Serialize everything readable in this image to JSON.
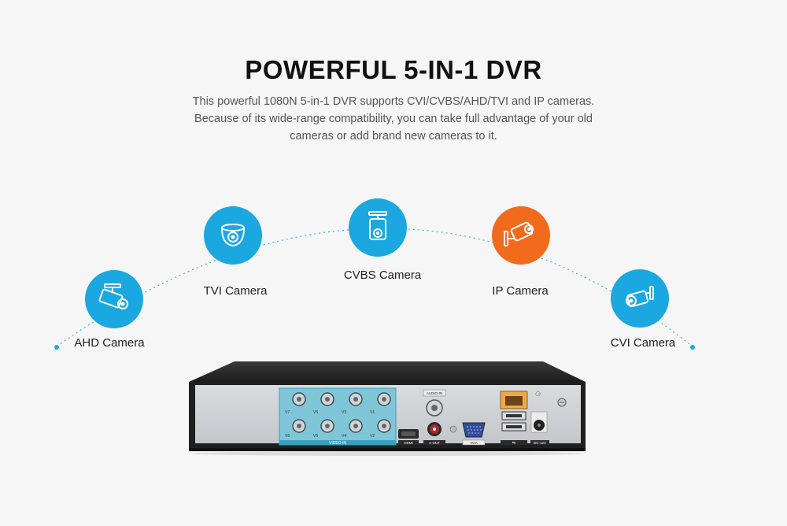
{
  "header": {
    "title": "POWERFUL 5-IN-1 DVR",
    "description_lines": [
      "This powerful 1080N 5-in-1 DVR supports CVI/CVBS/AHD/TVI and IP cameras.",
      "Because of its wide-range compatibility, you can take full advantage of your old",
      "cameras or add brand new cameras to it."
    ]
  },
  "cameras": [
    {
      "label": "AHD Camera",
      "icon": "bullet-camera-icon",
      "color": "#1ba8e0"
    },
    {
      "label": "TVI Camera",
      "icon": "dome-camera-icon",
      "color": "#1ba8e0"
    },
    {
      "label": "CVBS Camera",
      "icon": "bullet-camera-icon",
      "color": "#1ba8e0"
    },
    {
      "label": "IP Camera",
      "icon": "ip-camera-icon",
      "color": "#f26a1b"
    },
    {
      "label": "CVI Camera",
      "icon": "bullet-camera-icon",
      "color": "#1ba8e0"
    }
  ],
  "dvr": {
    "video_in_label": "VIDEO IN",
    "channel_labels_top": [
      "V7",
      "V5",
      "V3",
      "V1"
    ],
    "channel_labels_bottom": [
      "V8",
      "V6",
      "V4",
      "V2"
    ],
    "audio_in_label": "AUDIO-IN",
    "hdmi_label": "HDMI",
    "audio_out_label": "A-OUT",
    "vga_label": "VGA",
    "power_label": "DC-12V"
  }
}
